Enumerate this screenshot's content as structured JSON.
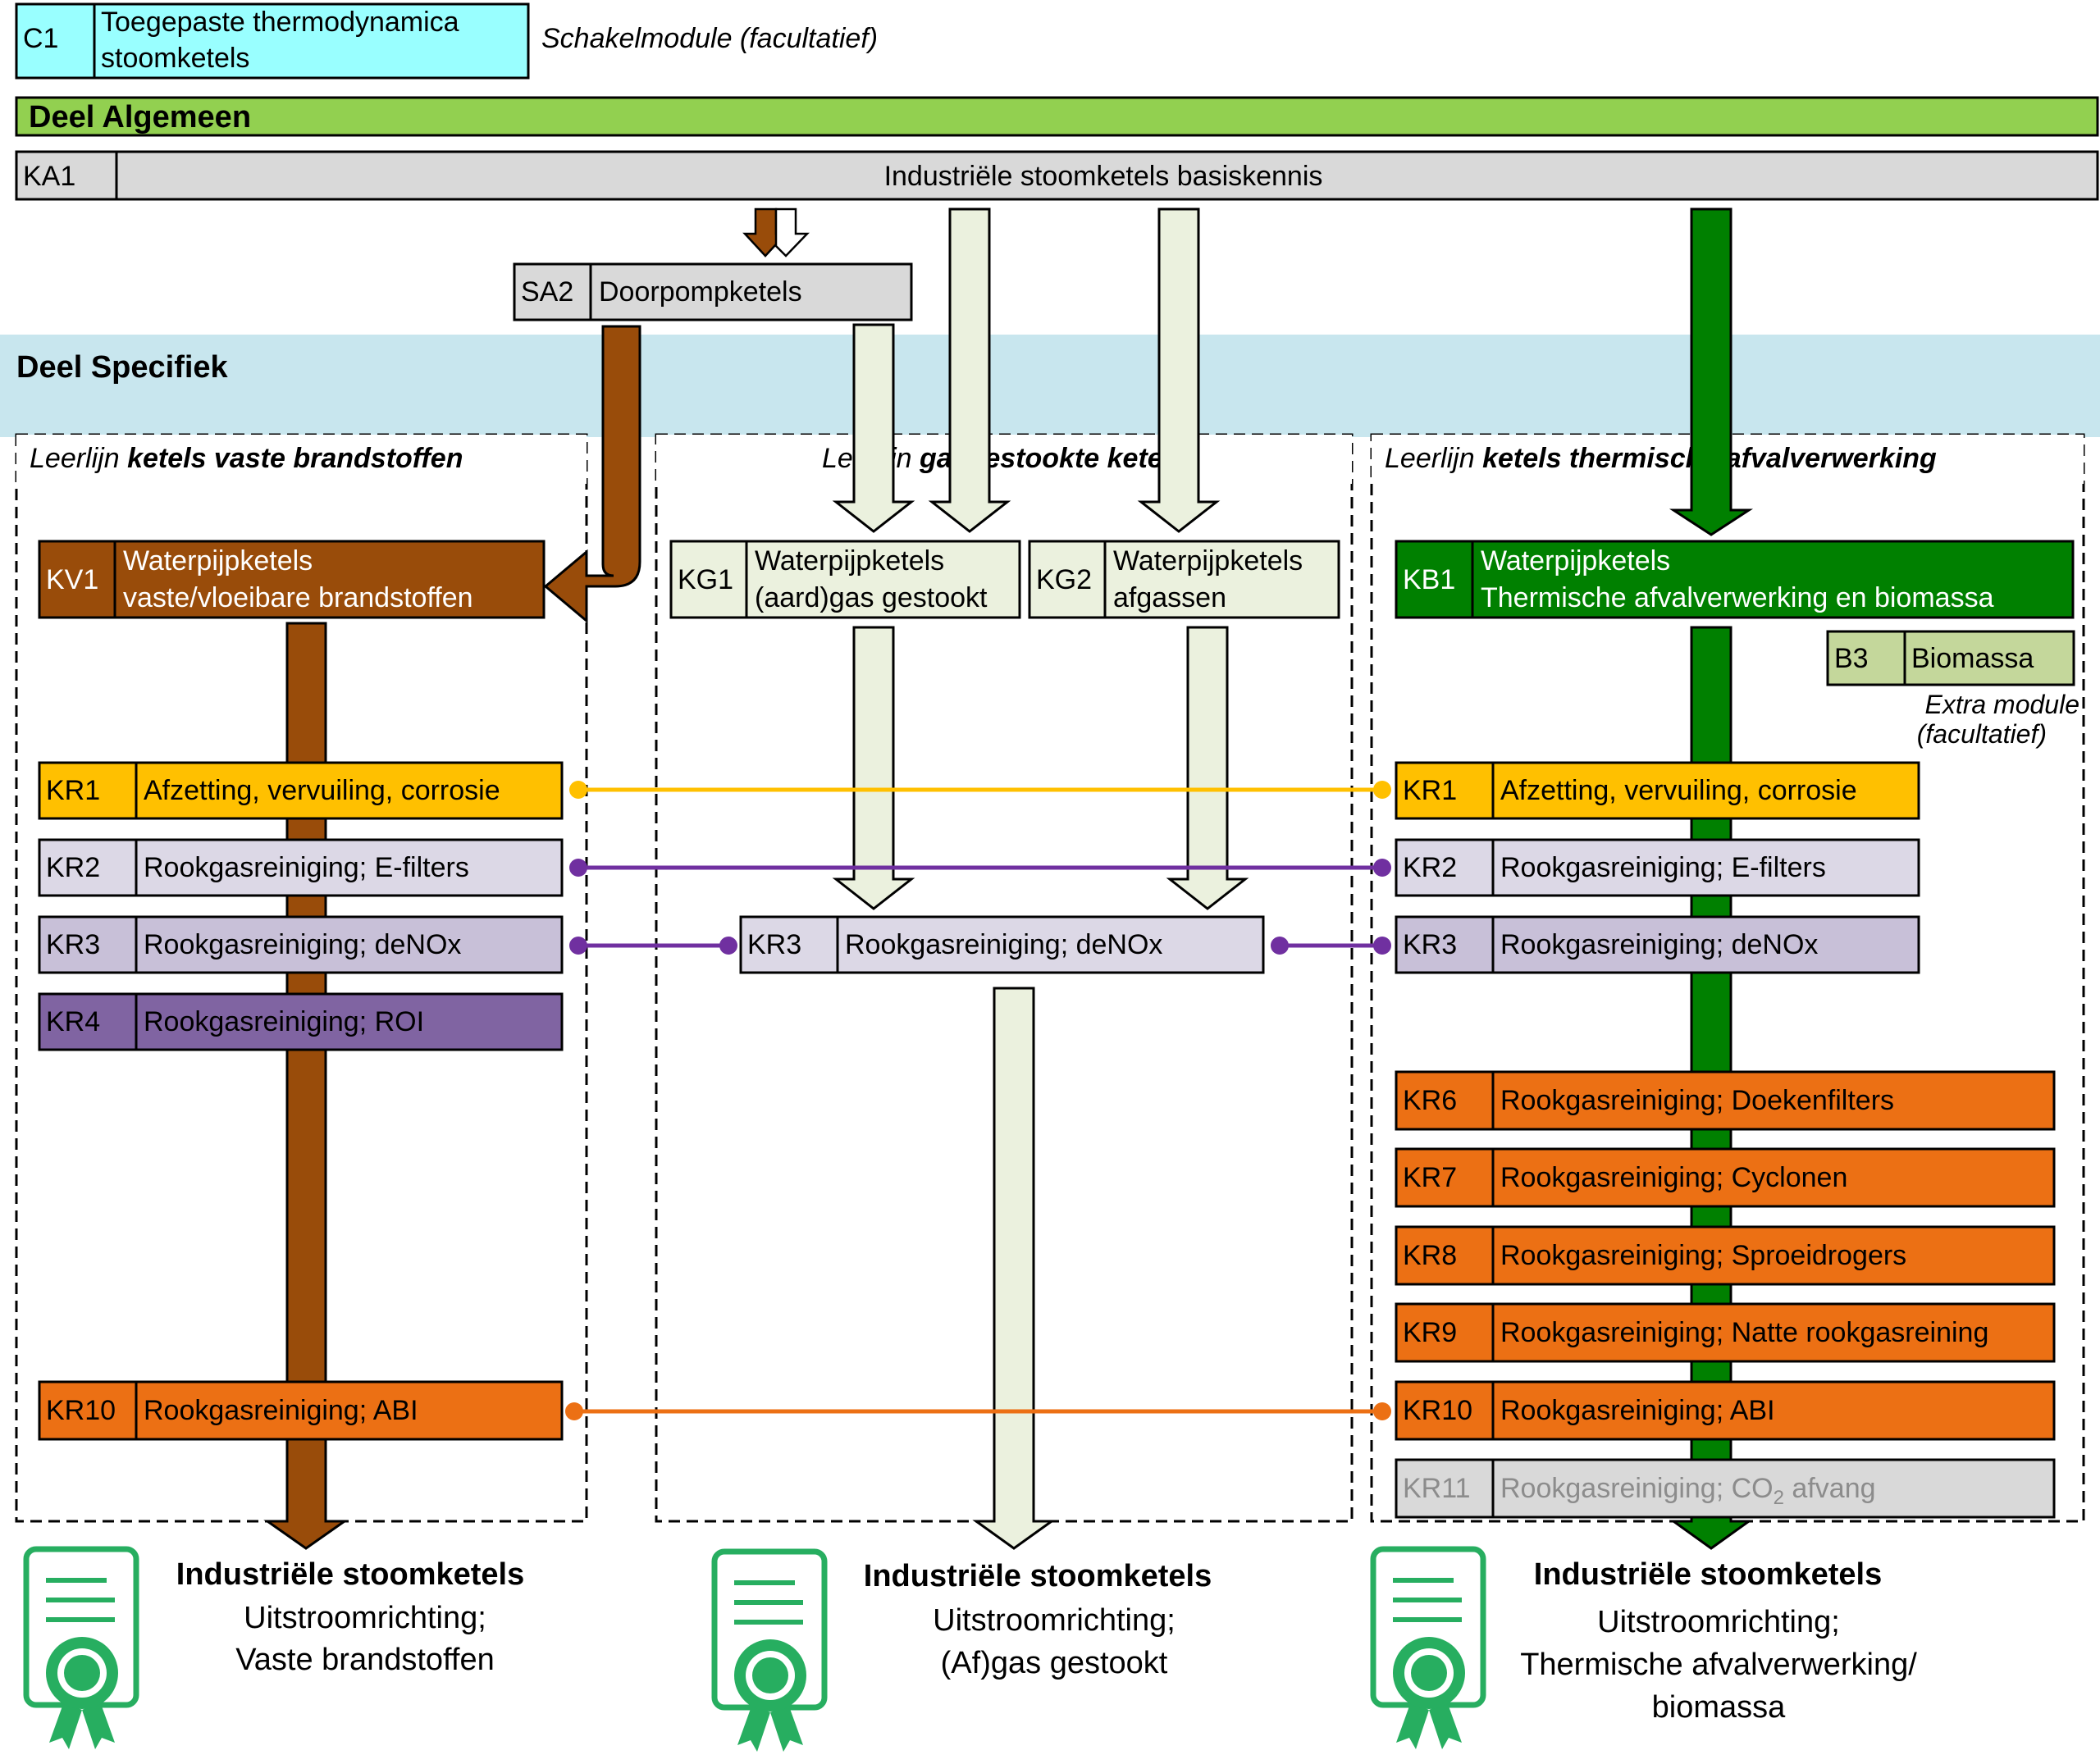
{
  "top_module": {
    "code": "C1",
    "title_line1": "Toegepaste thermodynamica",
    "title_line2": "stoomketels",
    "note": "Schakelmodule (facultatief)"
  },
  "general_header": "Deel Algemeen",
  "base_module": {
    "code": "KA1",
    "title": "Industriële stoomketels basiskennis"
  },
  "sa2": {
    "code": "SA2",
    "title": "Doorpompketels"
  },
  "specific_header": "Deel Specifiek",
  "lanes": {
    "solid": {
      "prefix": "Leerlijn ",
      "bold": "ketels vaste brandstoffen"
    },
    "gas": {
      "prefix": "Leerlijn ",
      "bold": "gasgestookte ketels"
    },
    "waste": {
      "prefix": "Leerlijn ",
      "bold": "ketels thermische afvalverwerking"
    }
  },
  "kv1": {
    "code": "KV1",
    "line1": "Waterpijpketels",
    "line2": "vaste/vloeibare brandstoffen"
  },
  "kg1": {
    "code": "KG1",
    "line1": "Waterpijpketels",
    "line2": "(aard)gas gestookt"
  },
  "kg2": {
    "code": "KG2",
    "line1": "Waterpijpketels",
    "line2": "afgassen"
  },
  "kb1": {
    "code": "KB1",
    "line1": "Waterpijpketels",
    "line2": "Thermische afvalverwerking en biomassa"
  },
  "b3": {
    "code": "B3",
    "title": "Biomassa",
    "note1": "Extra module",
    "note2": "(facultatief)"
  },
  "kr_left": [
    {
      "code": "KR1",
      "title": "Afzetting, vervuiling, corrosie"
    },
    {
      "code": "KR2",
      "title": "Rookgasreiniging; E-filters"
    },
    {
      "code": "KR3",
      "title": "Rookgasreiniging; deNOx"
    },
    {
      "code": "KR4",
      "title": "Rookgasreiniging; ROI"
    },
    {
      "code": "KR10",
      "title": "Rookgasreiniging; ABI"
    }
  ],
  "kr_mid": {
    "code": "KR3",
    "title": "Rookgasreiniging; deNOx"
  },
  "kr_right": [
    {
      "code": "KR1",
      "title": "Afzetting, vervuiling, corrosie"
    },
    {
      "code": "KR2",
      "title": "Rookgasreiniging; E-filters"
    },
    {
      "code": "KR3",
      "title": "Rookgasreiniging; deNOx"
    },
    {
      "code": "KR6",
      "title": "Rookgasreiniging; Doekenfilters"
    },
    {
      "code": "KR7",
      "title": "Rookgasreiniging; Cyclonen"
    },
    {
      "code": "KR8",
      "title": "Rookgasreiniging; Sproeidrogers"
    },
    {
      "code": "KR9",
      "title": "Rookgasreiniging; Natte rookgasreining"
    },
    {
      "code": "KR10",
      "title": "Rookgasreiniging; ABI"
    },
    {
      "code": "KR11",
      "title_prefix": "Rookgasreiniging; CO",
      "title_sub": "2",
      "title_suffix": " afvang"
    }
  ],
  "certificates": [
    {
      "title": "Industriële stoomketels",
      "line1": "Uitstroomrichting;",
      "line2": "Vaste brandstoffen"
    },
    {
      "title": "Industriële stoomketels",
      "line1": "Uitstroomrichting;",
      "line2": "(Af)gas gestookt"
    },
    {
      "title": "Industriële stoomketels",
      "line1": "Uitstroomrichting;",
      "line2": "Thermische afvalverwerking/",
      "line3": "biomassa"
    }
  ],
  "colors": {
    "cyan": "#99ffff",
    "green_bar": "#92d050",
    "grey": "#d9d9d9",
    "blue_band": "#c8e6ee",
    "brown": "#994c0a",
    "light_green": "#ebf1de",
    "dark_green": "#008000",
    "yellow": "#ffc000",
    "lavender": "#dcd8e6",
    "purple_light": "#c8c0d8",
    "purple_dark": "#8064a2",
    "orange": "#ec7014",
    "olive_green": "#c4d79b",
    "cert_green": "#27ae60",
    "line_purple": "#7030a0"
  }
}
